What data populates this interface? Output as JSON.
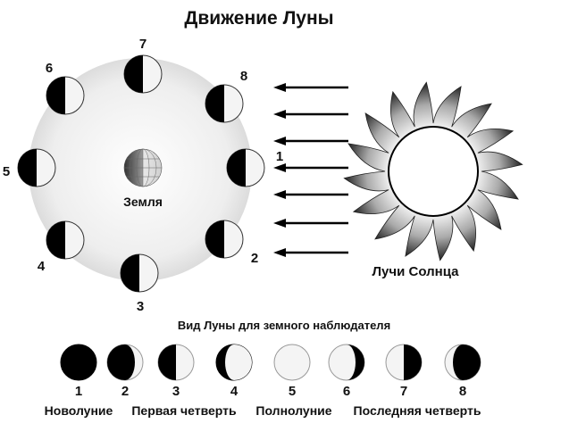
{
  "title": "Движение Луны",
  "earth_label": "Земля",
  "sun_label": "Лучи Солнца",
  "observer_title": "Вид Луны для земного наблюдателя",
  "orbit_positions": [
    {
      "number": "1"
    },
    {
      "number": "2"
    },
    {
      "number": "3"
    },
    {
      "number": "4"
    },
    {
      "number": "5"
    },
    {
      "number": "6"
    },
    {
      "number": "7"
    },
    {
      "number": "8"
    }
  ],
  "observed_phases": [
    {
      "number": "1",
      "phase": "new"
    },
    {
      "number": "2",
      "phase": "waxing-crescent"
    },
    {
      "number": "3",
      "phase": "first-quarter"
    },
    {
      "number": "4",
      "phase": "waxing-gibbous"
    },
    {
      "number": "5",
      "phase": "full"
    },
    {
      "number": "6",
      "phase": "waning-gibbous"
    },
    {
      "number": "7",
      "phase": "last-quarter"
    },
    {
      "number": "8",
      "phase": "waning-crescent"
    }
  ],
  "phase_names": {
    "new": "Новолуние",
    "first_quarter": "Первая четверть",
    "full": "Полнолуние",
    "last_quarter": "Последняя четверть"
  },
  "colors": {
    "dark": "#000000",
    "light": "#f4f4f4",
    "orbit": "#e2e2e2"
  }
}
